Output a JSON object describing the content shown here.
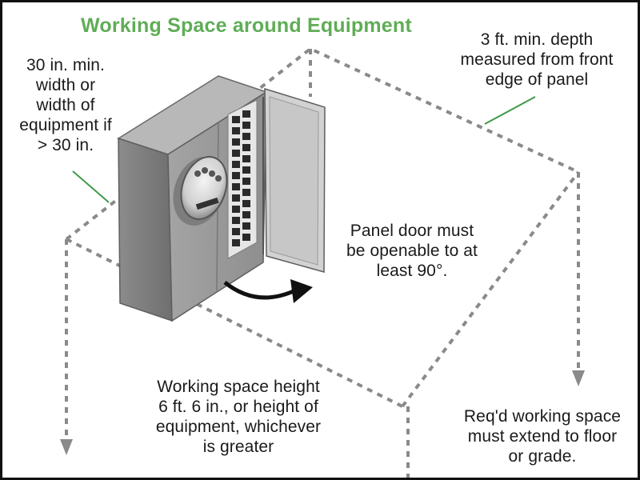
{
  "title": "Working Space around Equipment",
  "colors": {
    "title": "#5fad56",
    "dash": "#8a8a8a",
    "leader": "#3e9a48",
    "panel_body": "#9a9a9a",
    "panel_dark": "#7b7b7b",
    "arrow": "#111111"
  },
  "labels": {
    "width": "30 in. min.\nwidth or\nwidth of\nequipment if\n> 30 in.",
    "depth": "3 ft. min. depth\nmeasured from front\nedge of panel",
    "door": "Panel door must\nbe openable to at\nleast 90°.",
    "height": "Working space height\n6 ft. 6 in., or height of\nequipment, whichever\nis greater",
    "floor": "Req'd working space\nmust extend to floor\nor grade."
  }
}
